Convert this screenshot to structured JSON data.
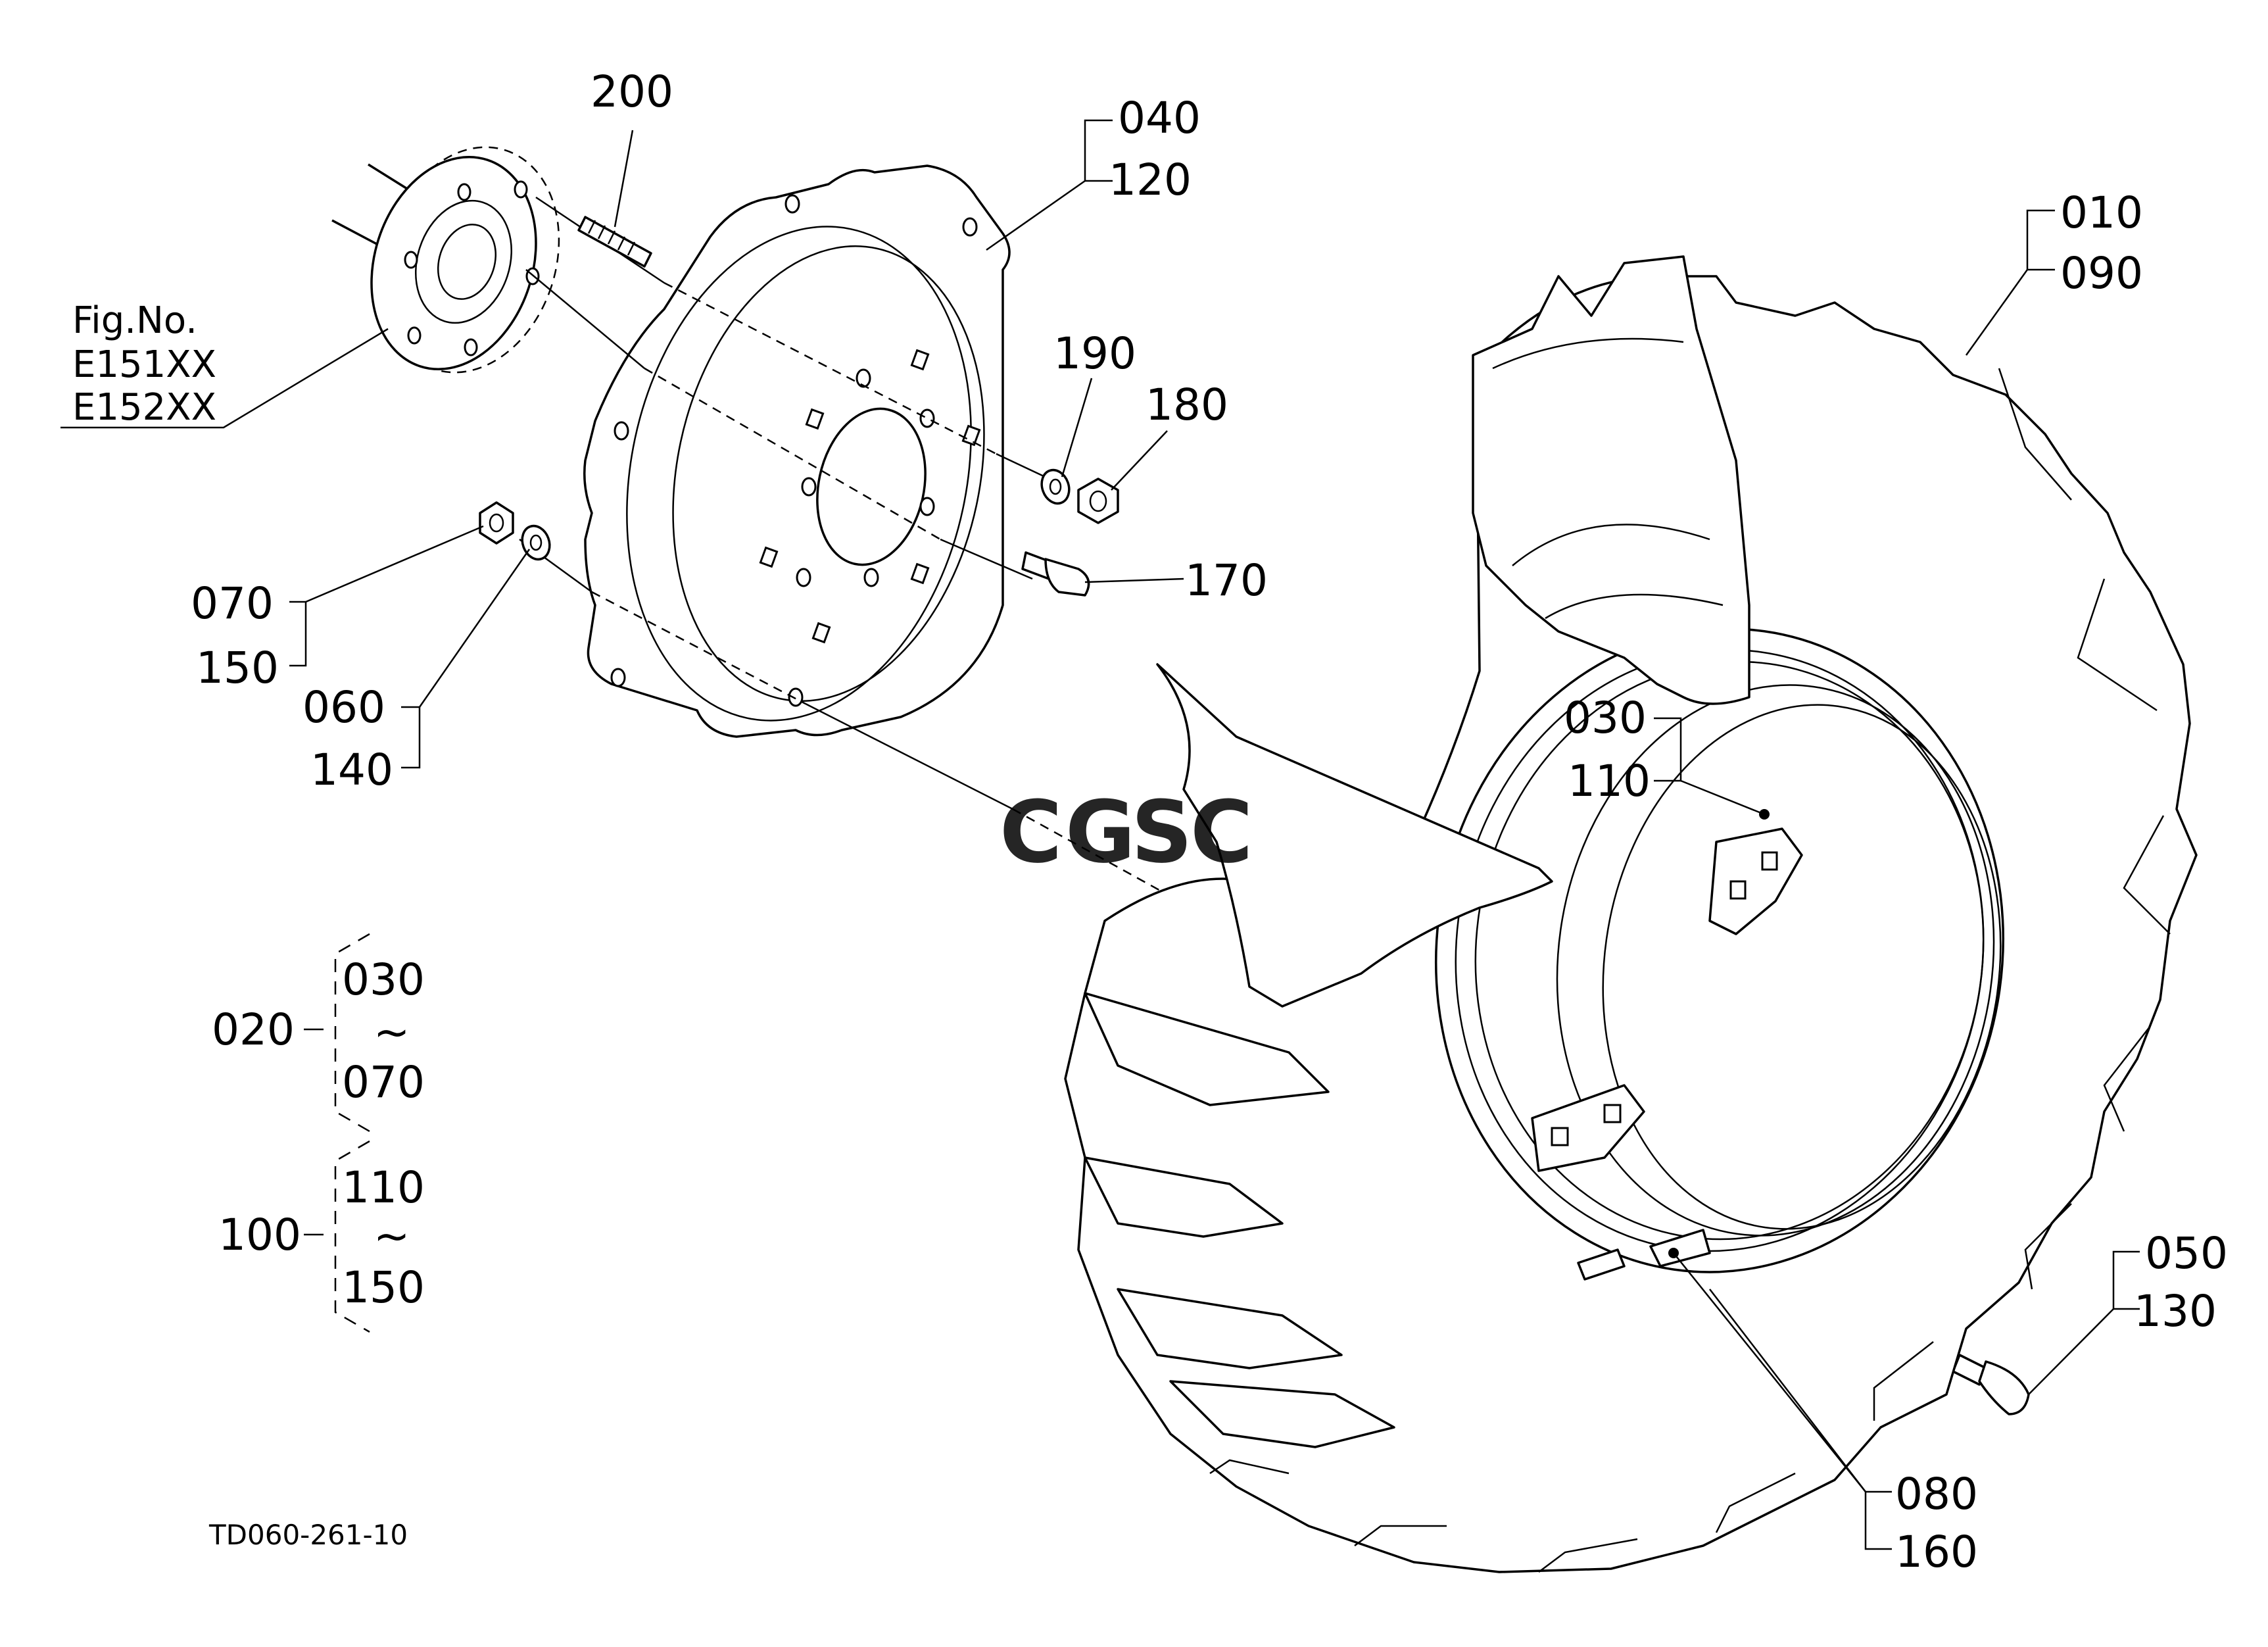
{
  "labels": {
    "p200": "200",
    "p040": "040",
    "p120": "120",
    "p010": "010",
    "p090": "090",
    "p190": "190",
    "p180": "180",
    "p170": "170",
    "p070": "070",
    "p150": "150",
    "p060": "060",
    "p140": "140",
    "p030": "030",
    "p110": "110",
    "p050": "050",
    "p130": "130",
    "p080": "080",
    "p160": "160"
  },
  "figure_ref": {
    "line1": "Fig.No.",
    "line2": "E151XX",
    "line3": "E152XX"
  },
  "assembly_groups": [
    {
      "group": "020",
      "from": "030",
      "tilde": "~",
      "to": "070"
    },
    {
      "group": "100",
      "from": "110",
      "tilde": "~",
      "to": "150"
    }
  ],
  "drawing_code": "TD060-261-10",
  "watermark": {
    "letters": [
      "C",
      "G",
      "S",
      "C"
    ],
    "colors": [
      "#4a86e8",
      "#e8574a",
      "#f2b632",
      "#3aa65a"
    ]
  },
  "colors": {
    "line": "#000000",
    "background": "#ffffff"
  }
}
